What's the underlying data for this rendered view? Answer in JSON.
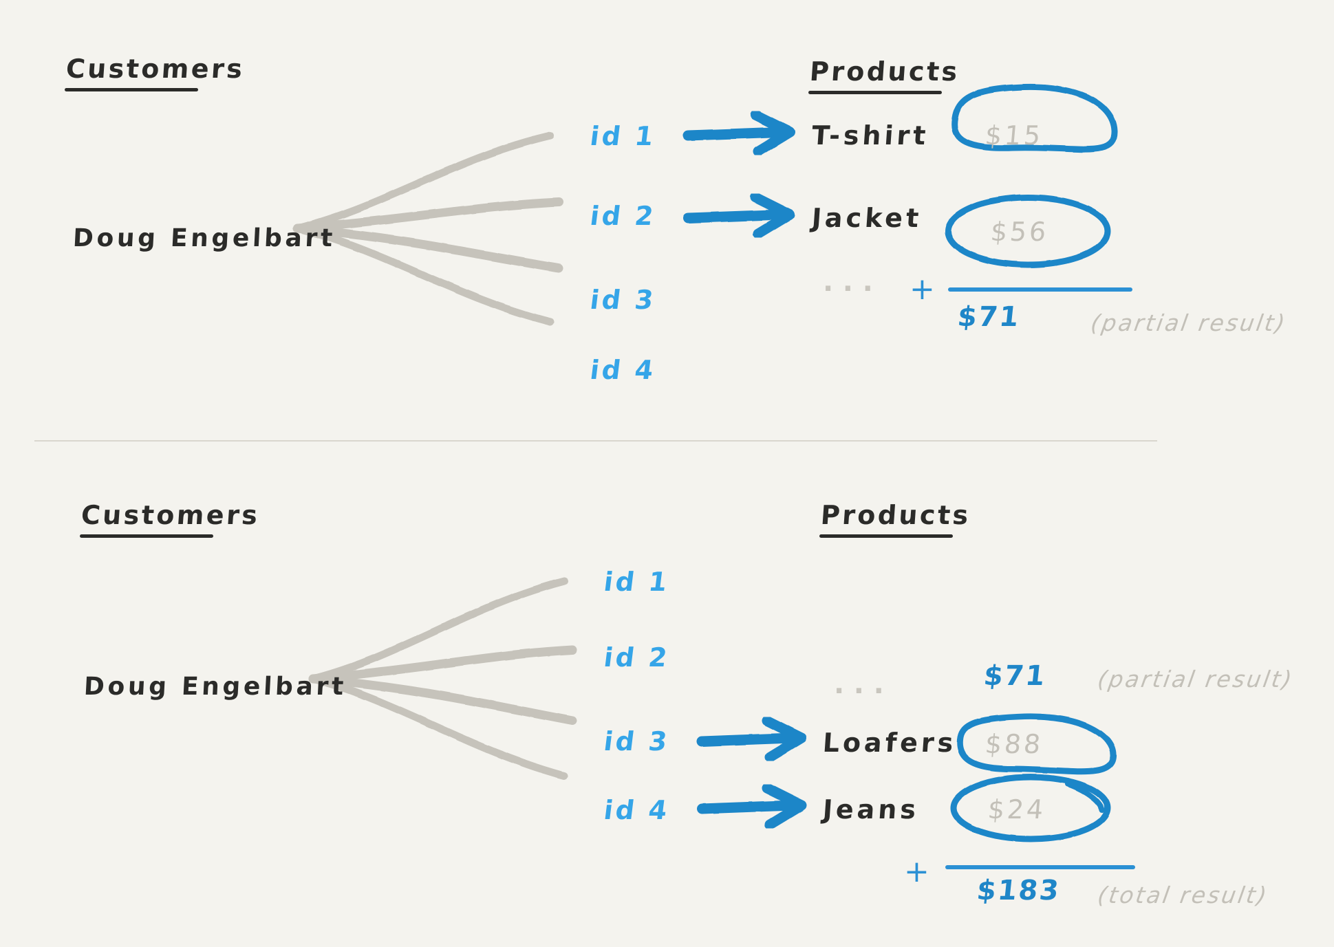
{
  "colors": {
    "background": "#f4f3ee",
    "ink_dark": "#2b2b29",
    "ink_blue": "#1f86c8",
    "ink_blue_light": "#35a5e8",
    "ink_grey": "#c3c0b8",
    "fan_grey": "#c6c3bb",
    "divider": "#d9d6ce"
  },
  "panels": [
    {
      "id": "panel-top",
      "customers_heading": "Customers",
      "products_heading": "Products",
      "customer_name": "Doug Engelbart",
      "ids": [
        "id 1",
        "id 2",
        "id 3",
        "id 4"
      ],
      "rows": [
        {
          "id": "id 1",
          "arrow": true,
          "product": "T-shirt",
          "price": "$15",
          "circled": true
        },
        {
          "id": "id 2",
          "arrow": true,
          "product": "Jacket",
          "price": "$56",
          "circled": true
        },
        {
          "id": "id 3",
          "arrow": false,
          "product": "",
          "price": "",
          "circled": false
        },
        {
          "id": "id 4",
          "arrow": false,
          "product": "",
          "price": "",
          "circled": false
        }
      ],
      "ellipsis": "...",
      "plus": "+",
      "result": "$71",
      "result_note": "(partial result)"
    },
    {
      "id": "panel-bottom",
      "customers_heading": "Customers",
      "products_heading": "Products",
      "customer_name": "Doug Engelbart",
      "ids": [
        "id 1",
        "id 2",
        "id 3",
        "id 4"
      ],
      "rows": [
        {
          "id": "id 1",
          "arrow": false,
          "product": "",
          "price": "",
          "circled": false
        },
        {
          "id": "id 2",
          "arrow": false,
          "product": "",
          "price": "",
          "circled": false
        },
        {
          "id": "id 3",
          "arrow": true,
          "product": "Loafers",
          "price": "$88",
          "circled": true
        },
        {
          "id": "id 4",
          "arrow": true,
          "product": "Jeans",
          "price": "$24",
          "circled": true
        }
      ],
      "ellipsis": "...",
      "carried": "$71",
      "carried_note": "(partial result)",
      "plus": "+",
      "result": "$183",
      "result_note": "(total result)"
    }
  ]
}
